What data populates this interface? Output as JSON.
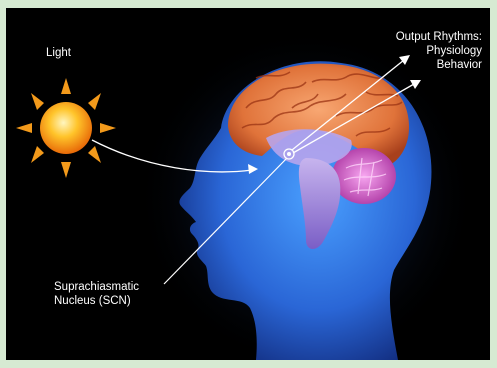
{
  "labels": {
    "light": "Light",
    "output_title": "Output Rhythms:",
    "output_physiology": "Physiology",
    "output_behavior": "Behavior",
    "scn_line1": "Suprachiasmatic",
    "scn_line2": "Nucleus (SCN)"
  },
  "colors": {
    "page_background": "#d6ead2",
    "panel_background": "#000000",
    "head": "#2e6fd8",
    "brain_cortex": "#e0733a",
    "cerebellum": "#d062c8",
    "brainstem": "#a88ad8",
    "sun": "#f7a11a",
    "text": "#ffffff"
  }
}
